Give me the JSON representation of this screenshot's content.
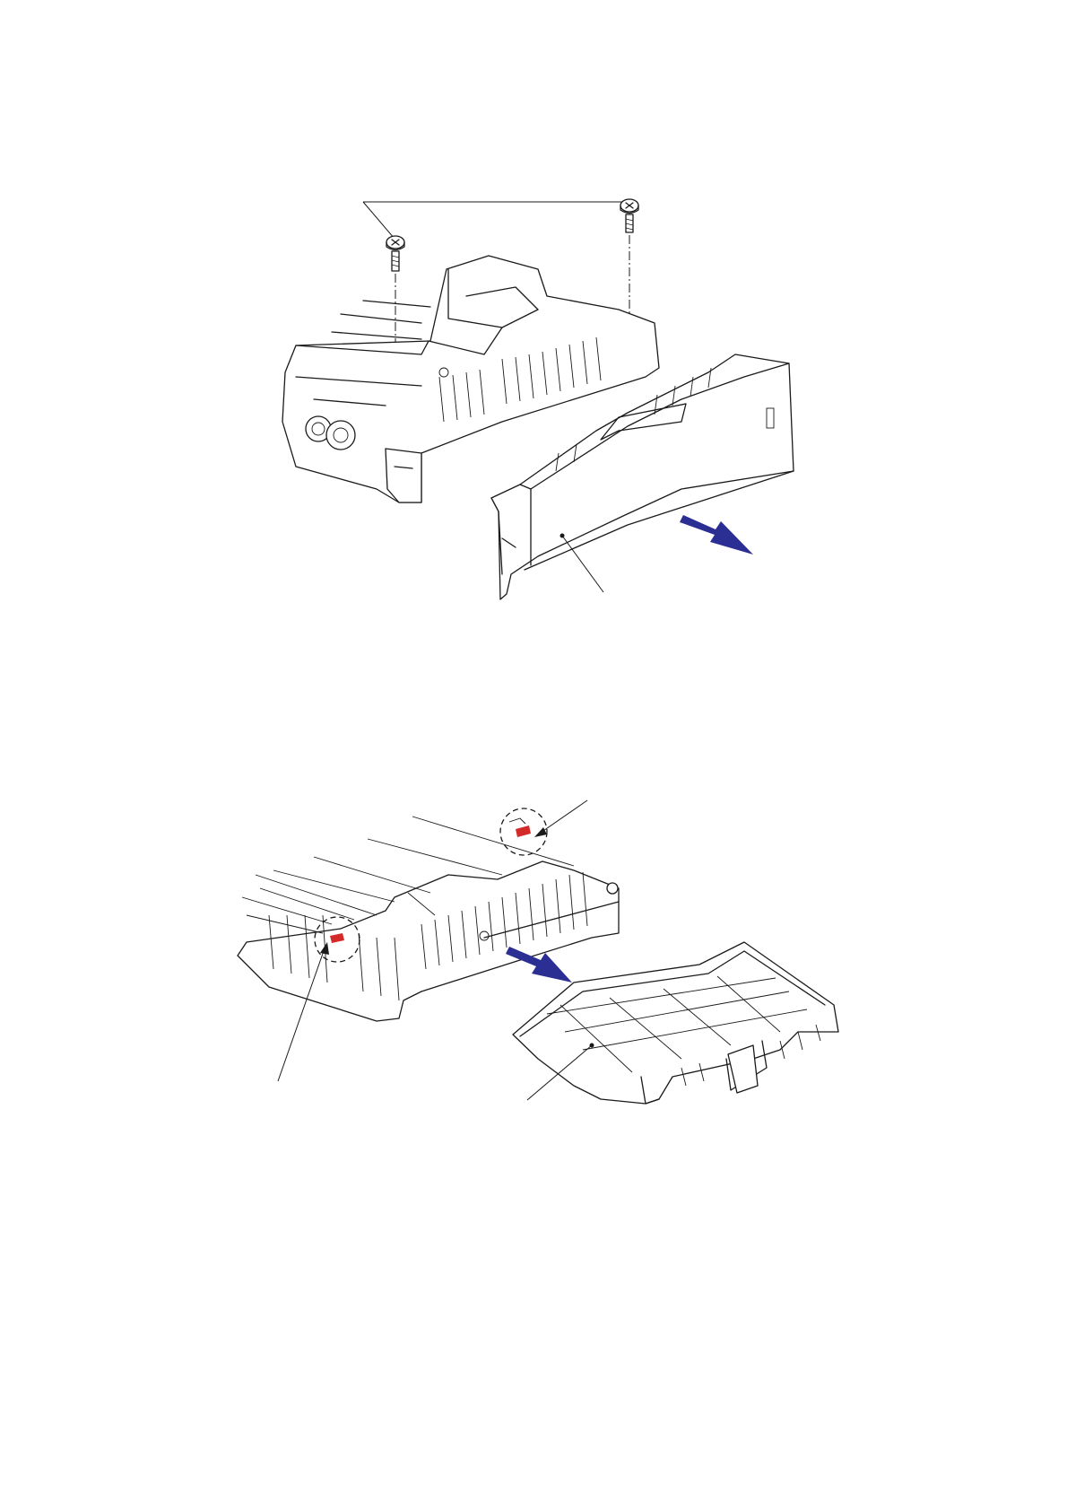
{
  "colors": {
    "arrow_blue": "#2b2e93",
    "hook_red": "#d42a2a",
    "line": "#1a1a1a",
    "background": "#ffffff"
  },
  "figures": [
    {
      "id": "top",
      "parts": [
        "screw-icon",
        "screw-icon",
        "side-cover-icon",
        "paper-feed-frame-icon"
      ],
      "callouts": [
        "screw-leader",
        "cover-leader"
      ],
      "arrow": "pull-out-arrow-icon"
    },
    {
      "id": "bottom",
      "parts": [
        "paper-guide-icon",
        "paper-feed-frame-icon",
        "hook-icon",
        "hook-icon"
      ],
      "callouts": [
        "hook-leader-left",
        "hook-leader-right",
        "guide-leader"
      ],
      "arrow": "pull-out-arrow-icon"
    }
  ]
}
